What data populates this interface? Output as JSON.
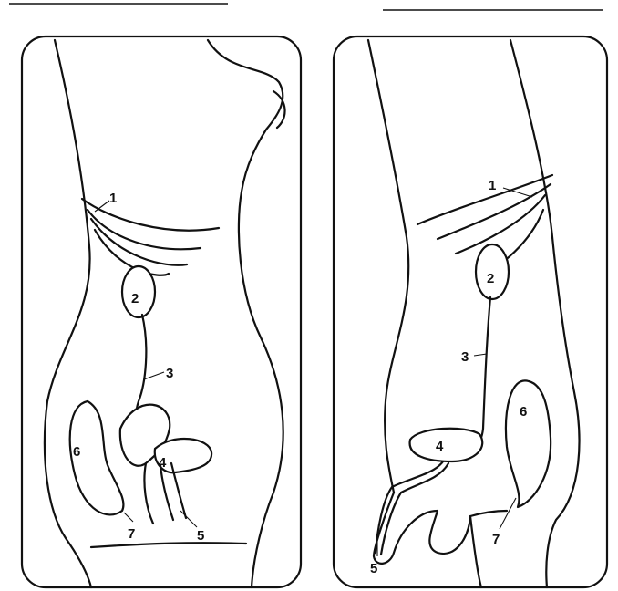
{
  "labels": {
    "female": [
      "1",
      "2",
      "3",
      "4",
      "5",
      "6",
      "7"
    ],
    "male": [
      "1",
      "2",
      "3",
      "4",
      "5",
      "6",
      "7"
    ]
  }
}
